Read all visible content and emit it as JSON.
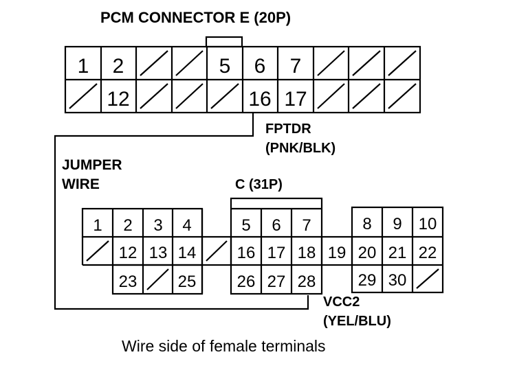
{
  "title": "PCM CONNECTOR E (20P)",
  "connector_e": {
    "row1": [
      "1",
      "2",
      "",
      "",
      "5",
      "6",
      "7",
      "",
      "",
      ""
    ],
    "row2": [
      "",
      "12",
      "",
      "",
      "",
      "16",
      "17",
      "",
      "",
      ""
    ]
  },
  "fptdr": {
    "name": "FPTDR",
    "color": "(PNK/BLK)"
  },
  "jumper": {
    "line1": "JUMPER",
    "line2": "WIRE"
  },
  "connector_c": {
    "title": "C (31P)",
    "row1": [
      "1",
      "2",
      "3",
      "4",
      "",
      "5",
      "6",
      "7",
      "",
      "8",
      "9",
      "10"
    ],
    "row2": [
      "",
      "12",
      "13",
      "14",
      "",
      "16",
      "17",
      "18",
      "19",
      "20",
      "21",
      "22"
    ],
    "row3": [
      "23",
      "",
      "25",
      "",
      "26",
      "27",
      "28",
      "",
      "29",
      "30",
      ""
    ]
  },
  "vcc2": {
    "name": "VCC2",
    "color": "(YEL/BLU)"
  },
  "caption": "Wire side of female terminals"
}
